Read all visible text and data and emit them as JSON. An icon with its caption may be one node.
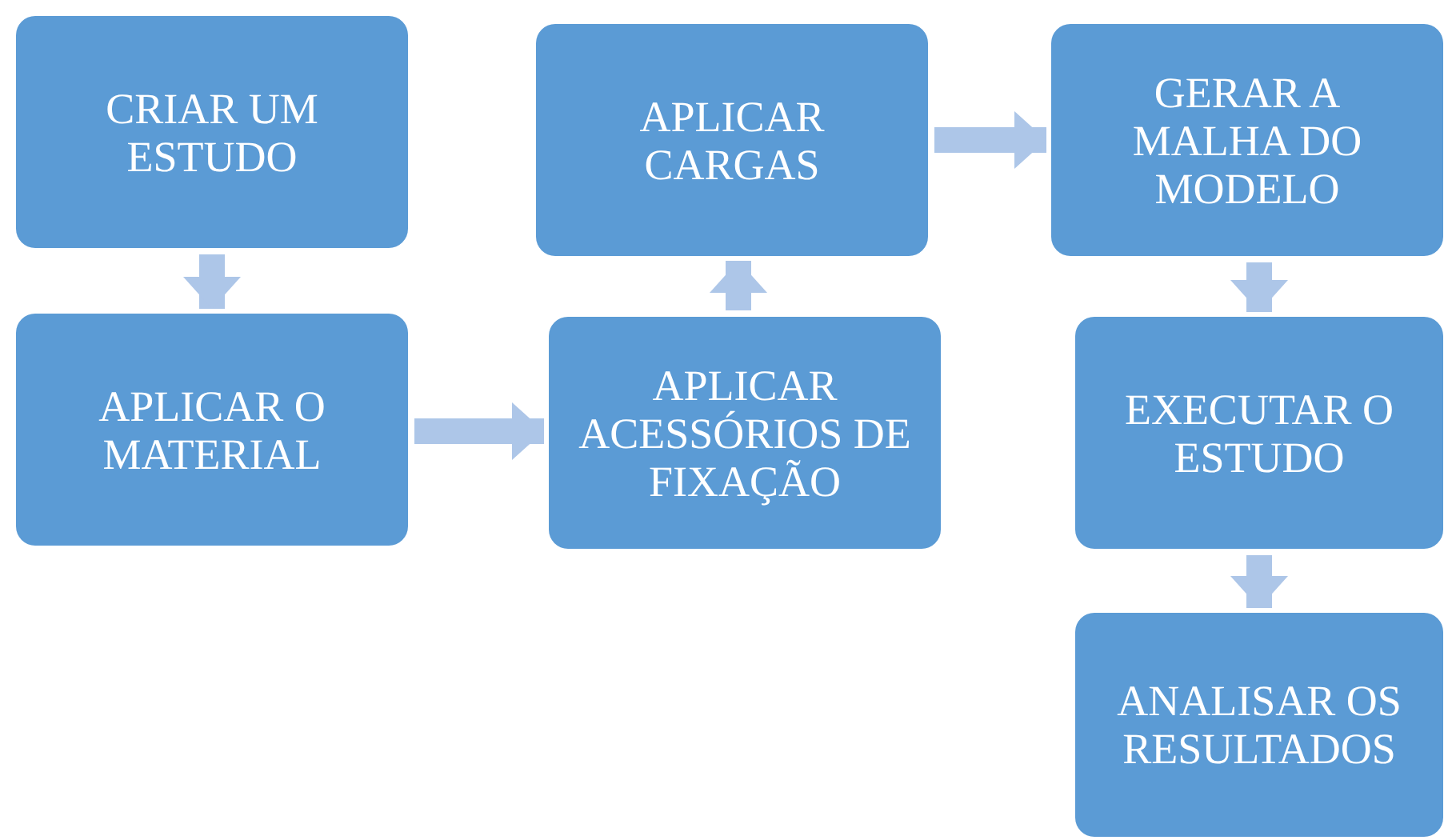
{
  "diagram": {
    "nodes": [
      {
        "text": [
          "CRIAR UM ESTUDO"
        ]
      },
      {
        "text": [
          "APLICAR O MATERIAL"
        ]
      },
      {
        "text": [
          "APLICAR ACESSÓRIOS DE FIXAÇÃO"
        ]
      },
      {
        "text": [
          "APLICAR CARGAS"
        ]
      },
      {
        "text": [
          "GERAR A MALHA DO MODELO"
        ]
      },
      {
        "text": [
          "EXECUTAR O ESTUDO"
        ]
      },
      {
        "text": [
          "ANALISAR OS RESULTADOS"
        ]
      }
    ],
    "edges": [
      {
        "from": 0,
        "to": 1,
        "arrow": "to"
      },
      {
        "from": 1,
        "to": 2,
        "arrow": "to"
      },
      {
        "from": 2,
        "to": 3,
        "arrow": "to"
      },
      {
        "from": 3,
        "to": 4,
        "arrow": "to"
      },
      {
        "from": 4,
        "to": 5,
        "arrow": "to"
      },
      {
        "from": 5,
        "to": 6,
        "arrow": "to"
      }
    ]
  }
}
